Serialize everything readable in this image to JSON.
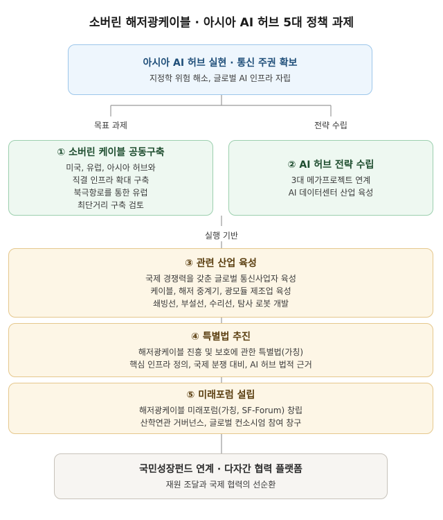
{
  "title": "소버린 해저광케이블 · 아시아 AI 허브 5대 정책 과제",
  "top": {
    "head": "아시아 AI 허브 실현 · 통신 주권 확보",
    "lines": [
      "지정학 위험 해소, 글로벌 AI 인프라 자립"
    ]
  },
  "labels": {
    "left_branch": "목표 과제",
    "right_branch": "전략 수립",
    "middle": "실행 기반"
  },
  "task1": {
    "head": "① 소버린 케이블 공동구축",
    "lines": [
      "미국, 유럽, 아시아 허브와",
      "직결 인프라 확대 구축",
      "북극항로를 통한 유럽",
      "최단거리 구축 검토"
    ]
  },
  "task2": {
    "head": "② AI 허브 전략 수립",
    "lines": [
      "3대 메가프로젝트 연계",
      "AI 데이터센터 산업 육성"
    ]
  },
  "task3": {
    "head": "③ 관련 산업 육성",
    "lines": [
      "국제 경쟁력을 갖춘 글로벌 통신사업자 육성",
      "케이블, 해저 중계기, 광모듈 제조업 육성",
      "쇄빙선, 부설선, 수리선, 탐사 로봇 개발"
    ]
  },
  "task4": {
    "head": "④ 특별법 추진",
    "lines": [
      "해저광케이블 진흥 및 보호에 관한 특별법(가칭)",
      "핵심 인프라 정의, 국제 분쟁 대비, AI 허브 법적 근거"
    ]
  },
  "task5": {
    "head": "⑤ 미래포럼 설립",
    "lines": [
      "해저광케이블 미래포럼(가칭, SF-Forum) 창립",
      "산학연관 거버넌스, 글로벌 컨소시엄 참여 창구"
    ]
  },
  "bottom": {
    "head": "국민성장펀드 연계 · 다자간 협력 플랫폼",
    "lines": [
      "재원 조달과 국제 협력의 선순환"
    ]
  }
}
